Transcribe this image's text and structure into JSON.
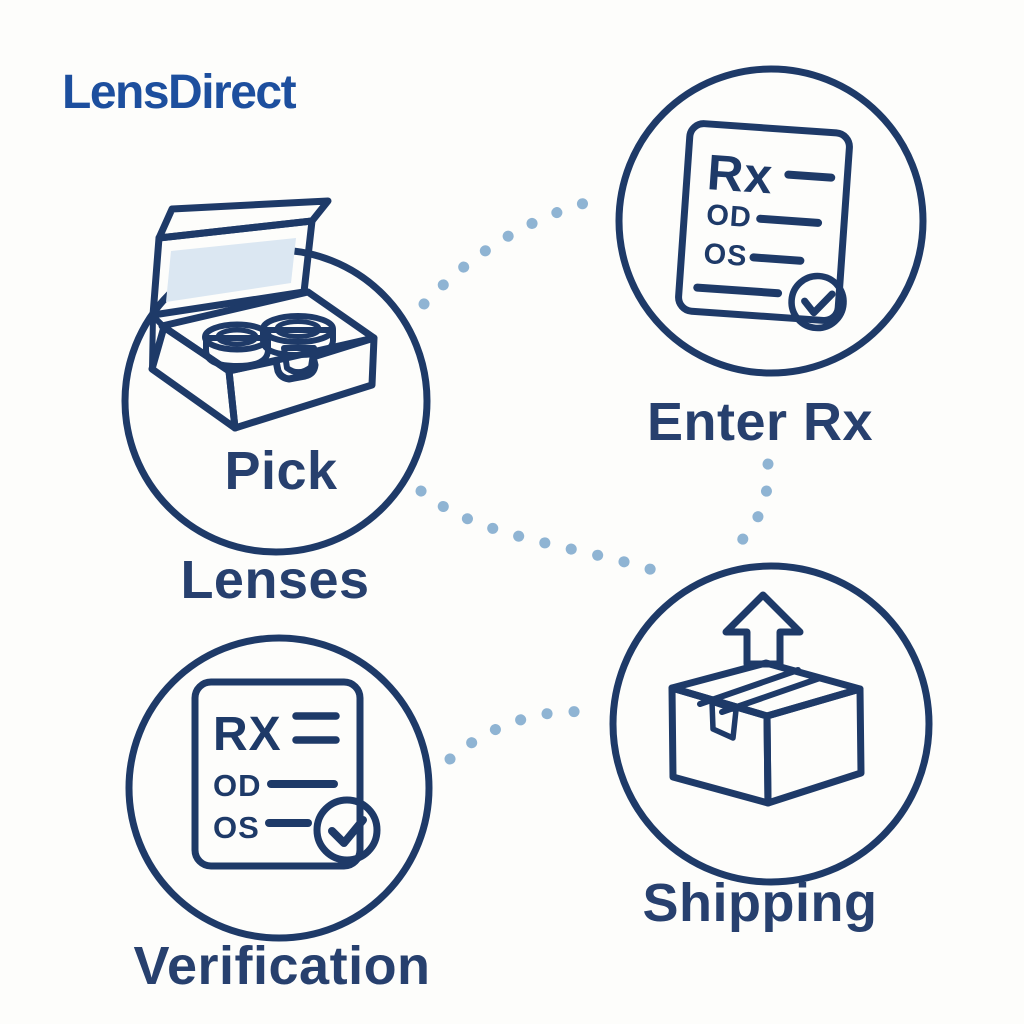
{
  "logo": {
    "text": "LensDirect"
  },
  "steps": [
    {
      "id": "pick-lenses",
      "label": "Pick",
      "label_secondary": "Lenses",
      "icon": "lens-case-box-icon"
    },
    {
      "id": "enter-rx",
      "label": "Enter Rx",
      "icon": "rx-document-icon",
      "document": {
        "title": "Rx",
        "row1": "OD",
        "row2": "OS",
        "badge": "checkmark"
      }
    },
    {
      "id": "verification",
      "label": "Verification",
      "icon": "rx-document-verified-icon",
      "document": {
        "title": "RX",
        "row1": "OD",
        "row2": "OS",
        "badge": "checkmark"
      }
    },
    {
      "id": "shipping",
      "label": "Shipping",
      "icon": "shipping-box-icon"
    }
  ],
  "connectors": [
    {
      "from": "pick-lenses",
      "to": "enter-rx",
      "style": "dotted"
    },
    {
      "from": "pick-lenses",
      "to": "shipping",
      "style": "dotted"
    },
    {
      "from": "enter-rx",
      "to": "shipping",
      "style": "dotted"
    },
    {
      "from": "verification",
      "to": "shipping",
      "style": "dotted"
    }
  ],
  "colors": {
    "navy": "#1e3a68",
    "textNavy": "#27406e",
    "logoBlue": "#1d4f9e",
    "lightBlue": "#b9cfe4",
    "lighterBlue": "#dbe7f2",
    "interiorBlue": "#cfe0ee",
    "potBlue": "#9fc0da",
    "arrowBlue": "#a9c6de",
    "dotBlue": "#8fb4d3",
    "peach": "#fbe5c4",
    "background": "#fdfdfb",
    "surface": "#fdfdfd"
  }
}
